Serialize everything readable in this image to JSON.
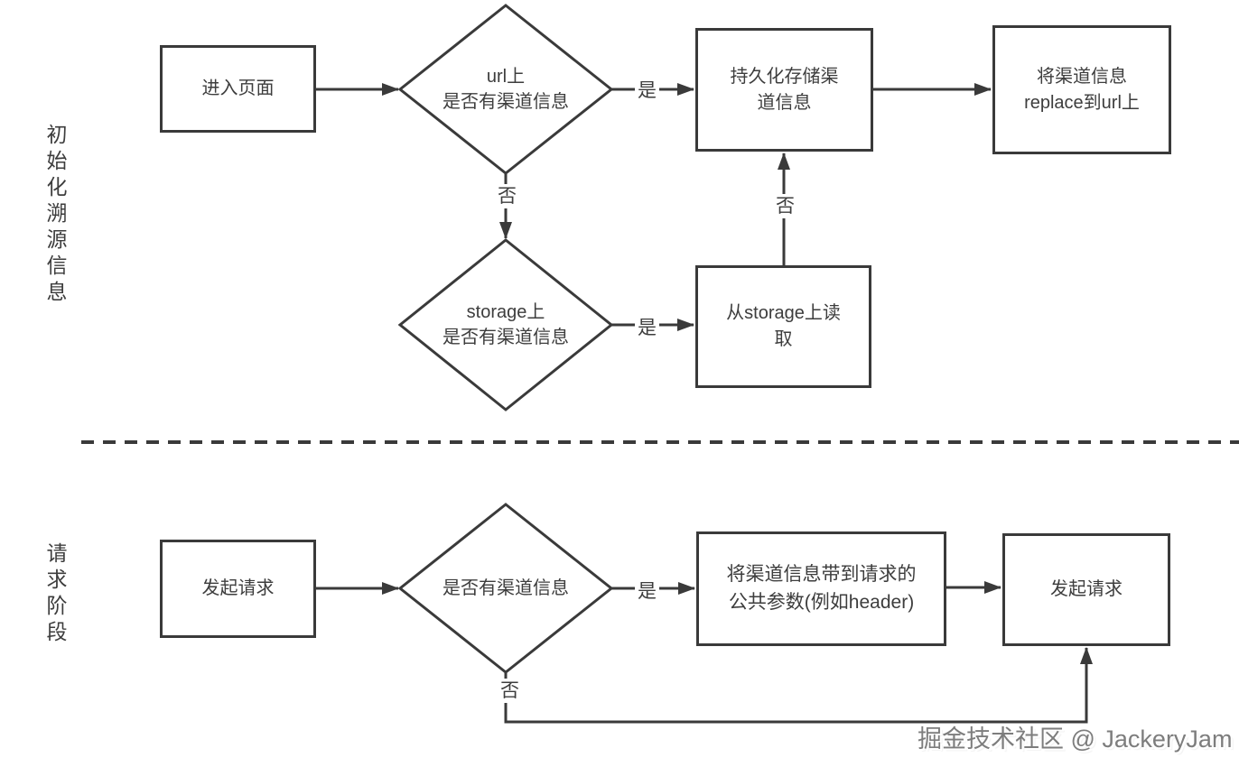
{
  "sections": {
    "init_label": "初始化溯源信息",
    "request_label": "请求阶段"
  },
  "nodes": {
    "enter_page": "进入页面",
    "url_decision": "url上\n是否有渠道信息",
    "persist_channel": "持久化存储渠\n道信息",
    "replace_to_url": "将渠道信息\nreplace到url上",
    "storage_decision": "storage上\n是否有渠道信息",
    "read_from_storage": "从storage上读\n取",
    "start_request": "发起请求",
    "channel_decision": "是否有渠道信息",
    "attach_to_params": "将渠道信息带到请求的\n公共参数(例如header)",
    "send_request": "发起请求"
  },
  "edge_labels": {
    "url_yes": "是",
    "url_no": "否",
    "storage_yes": "是",
    "read_no": "否",
    "channel_yes": "是",
    "channel_no": "否"
  },
  "watermark": "掘金技术社区 @ JackeryJam",
  "colors": {
    "line": "#3a3a3a",
    "text": "#3d3d3d",
    "background": "#ffffff",
    "watermark": "#7d7d7d"
  }
}
